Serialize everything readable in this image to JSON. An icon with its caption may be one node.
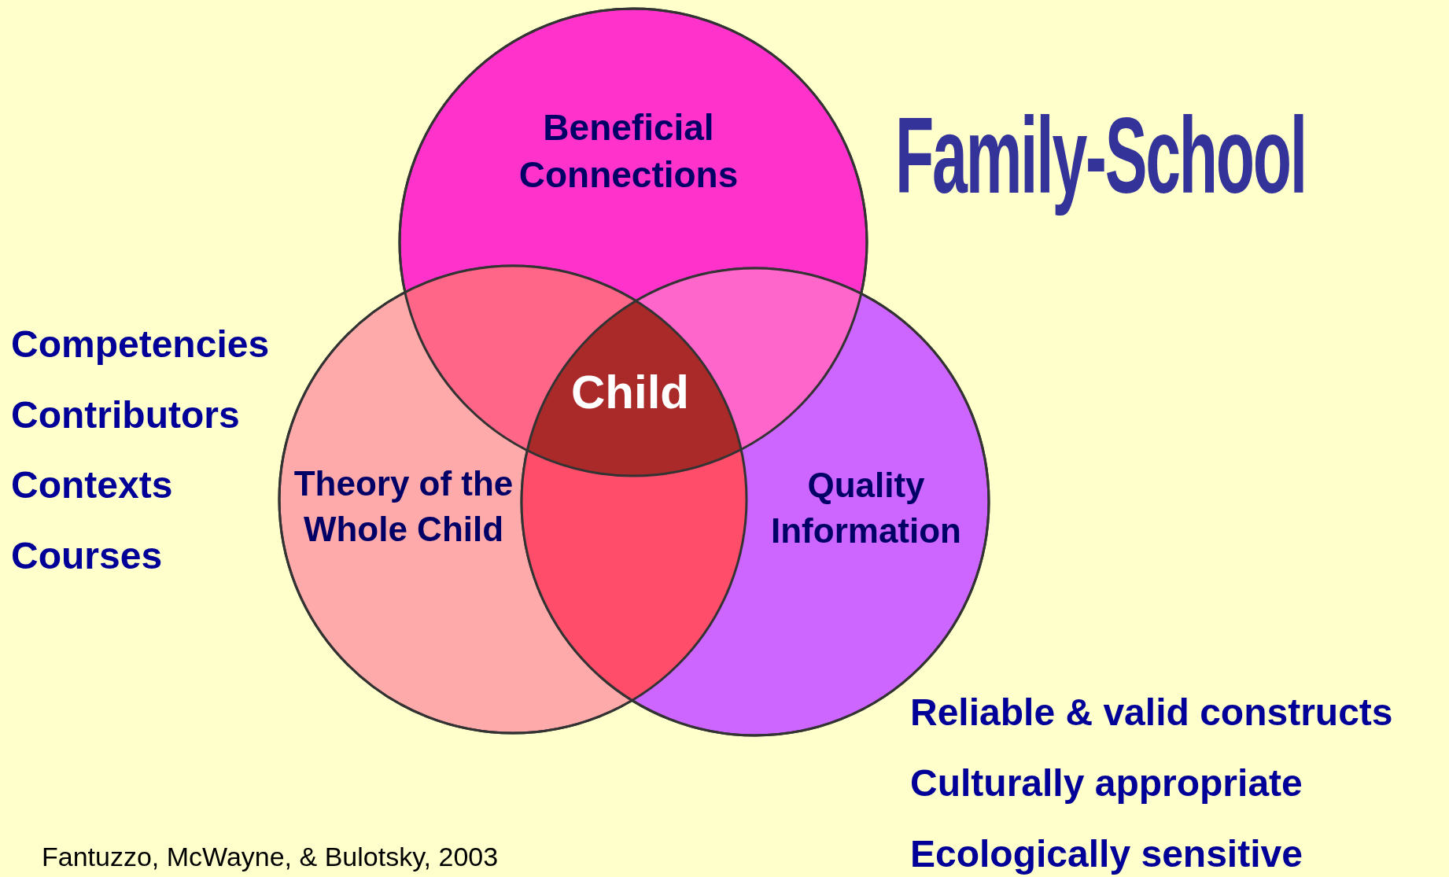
{
  "diagram": {
    "title": "Family-School",
    "nodes": [
      {
        "text": [
          "Beneficial Connections"
        ]
      },
      {
        "text": [
          "Theory of the Whole Child"
        ]
      },
      {
        "text": [
          "Quality Information"
        ]
      },
      {
        "text": [
          "Child"
        ]
      }
    ],
    "labels": [
      "Competencies",
      "Contributors",
      "Contexts",
      "Courses",
      "Reliable & valid constructs",
      "Culturally appropriate",
      "Ecologically sensitive",
      "Fantuzzo, McWayne, & Bulotsky, 2003"
    ]
  }
}
